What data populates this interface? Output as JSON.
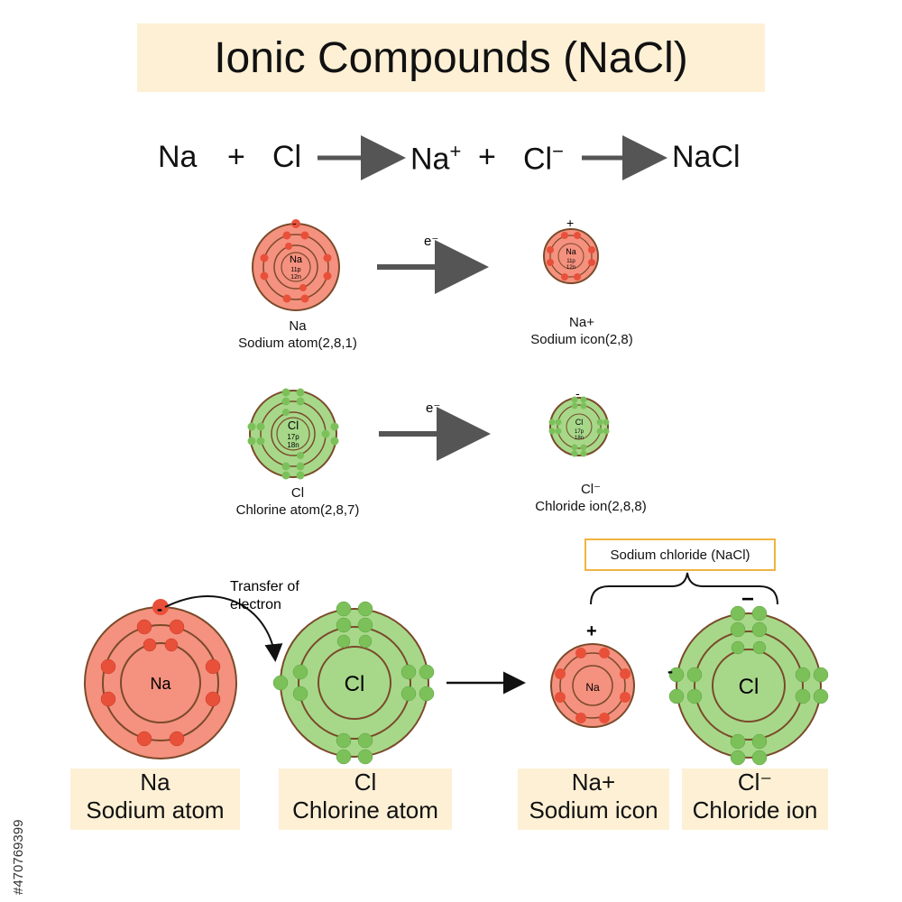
{
  "title": "Ionic Compounds (NaCl)",
  "equation": {
    "na": "Na",
    "plus1": "+",
    "cl": "Cl",
    "na_ion": "Na",
    "na_ion_charge": "+",
    "plus2": "+",
    "cl_ion": "Cl",
    "cl_ion_charge": "−",
    "product": "NaCl"
  },
  "row1": {
    "atom": {
      "symbol": "Na",
      "protons": "11p",
      "neutrons": "12n",
      "charge": "-"
    },
    "arrow_label": "e⁻",
    "ion": {
      "symbol": "Na",
      "protons": "11p",
      "neutrons": "12n",
      "charge": "+"
    },
    "left_label_1": "Na",
    "left_label_2": "Sodium atom(2,8,1)",
    "right_label_1": "Na+",
    "right_label_2": "Sodium icon(2,8)"
  },
  "row2": {
    "atom": {
      "symbol": "Cl",
      "protons": "17p",
      "neutrons": "18n"
    },
    "arrow_label": "e⁻",
    "ion": {
      "symbol": "Cl",
      "protons": "17p",
      "neutrons": "18n",
      "charge": "-"
    },
    "left_label_1": "Cl",
    "left_label_2": "Chlorine atom(2,8,7)",
    "right_label_1": "Cl⁻",
    "right_label_2": "Chloride ion(2,8,8)"
  },
  "bottom": {
    "transfer_label_1": "Transfer of",
    "transfer_label_2": "electron",
    "nacl_box": "Sodium chloride (NaCl)",
    "na_symbol": "Na",
    "cl_symbol": "Cl",
    "na_ion_symbol": "Na",
    "cl_ion_symbol": "Cl",
    "na_ion_charge": "+",
    "cl_ion_charge_top": "−",
    "cl_ion_charge_left": "-",
    "electron_charge": "-",
    "labels": [
      {
        "l1": "Na",
        "l2": "Sodium atom"
      },
      {
        "l1": "Cl",
        "l2": "Chlorine atom"
      },
      {
        "l1": "Na+",
        "l2": "Sodium icon"
      },
      {
        "l1": "Cl⁻",
        "l2": "Chloride ion"
      }
    ]
  },
  "watermark": "#470769399",
  "colors": {
    "sodium_fill": "#f5917f",
    "sodium_electron": "#e8503a",
    "chlorine_fill": "#a7d88a",
    "chlorine_electron": "#7cc05a",
    "shell": "#7a4a2a",
    "arrow": "#555555",
    "label_bg": "#fdf0d5",
    "box_border": "#f0b440"
  }
}
